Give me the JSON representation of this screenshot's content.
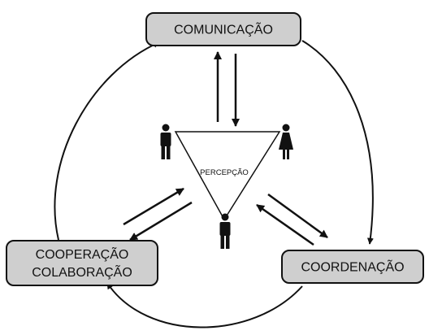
{
  "boxes": {
    "comunicacao": "COMUNICAÇÃO",
    "cooperacao_line1": "COOPERAÇÃO",
    "cooperacao_line2": "COLABORAÇÃO",
    "coordenacao": "COORDENAÇÃO"
  },
  "center_label": "PERCEPÇÃO",
  "figures": [
    {
      "name": "person-left",
      "type": "man"
    },
    {
      "name": "person-right",
      "type": "woman"
    },
    {
      "name": "person-bottom",
      "type": "man"
    }
  ],
  "colors": {
    "box_fill": "#cfcfcf",
    "stroke": "#111111",
    "background": "#ffffff"
  }
}
